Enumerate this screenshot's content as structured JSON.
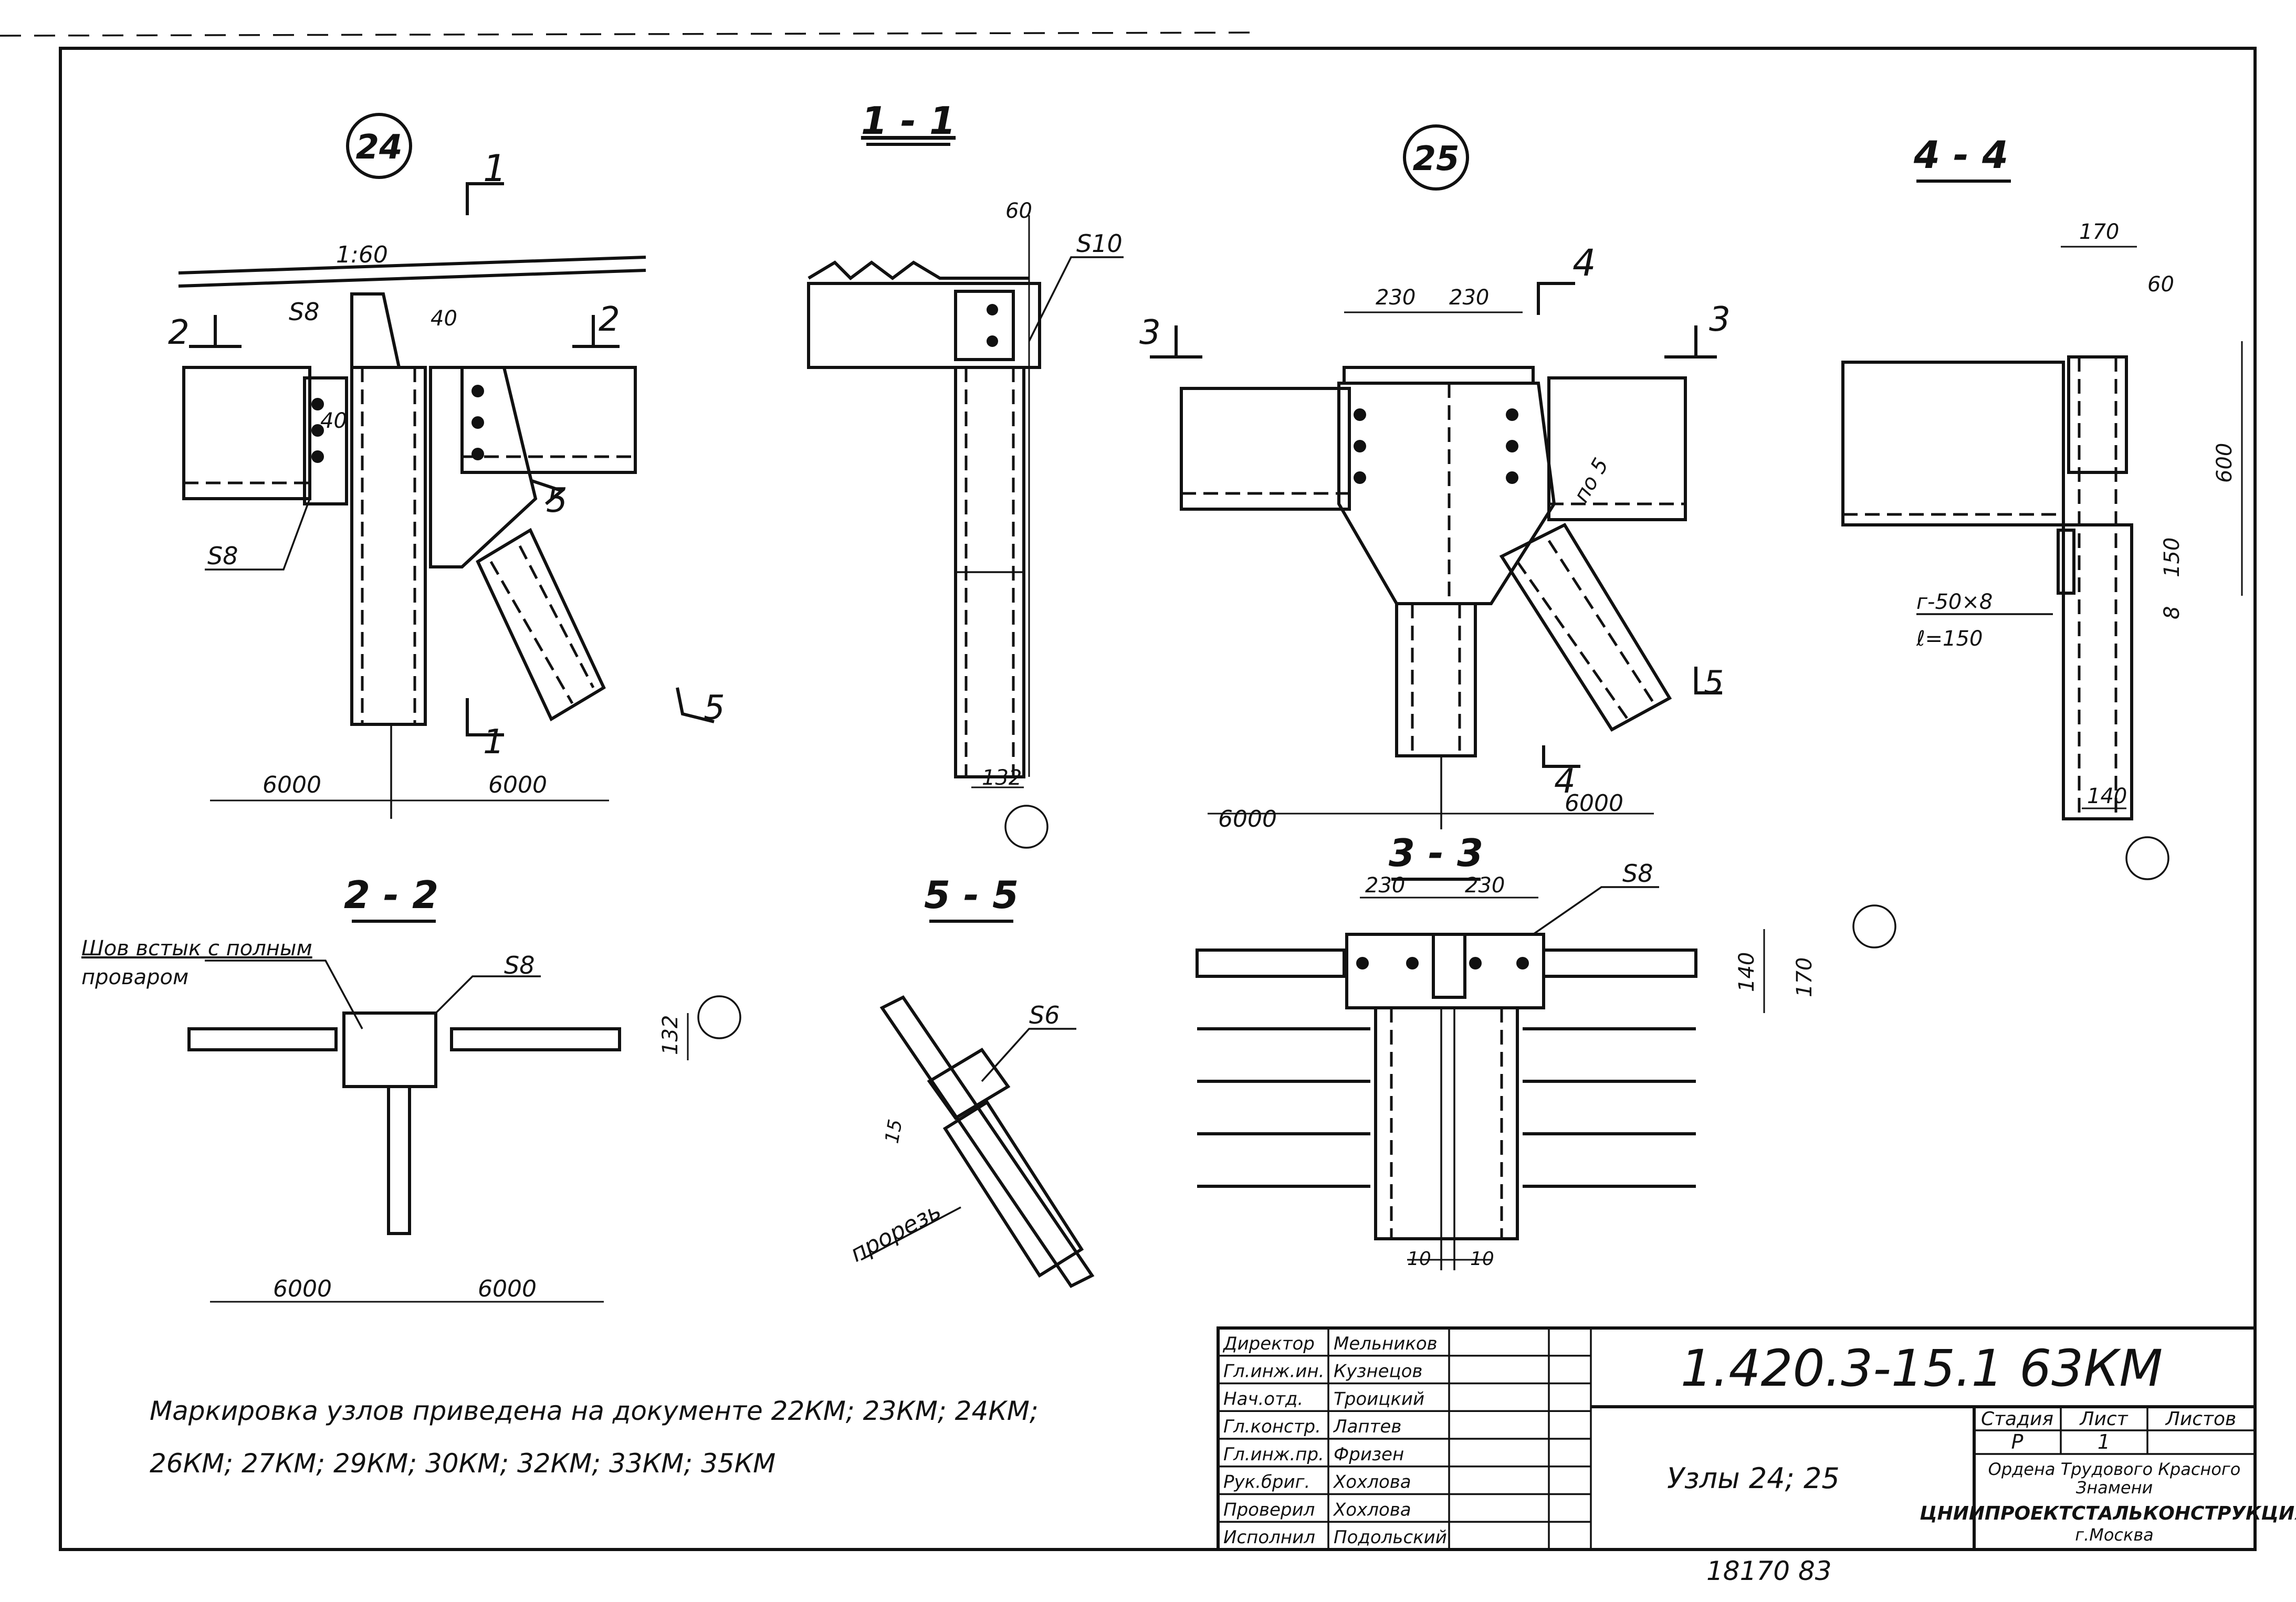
{
  "details": {
    "node24": {
      "number": "24",
      "dims": {
        "slope": "1:60",
        "weld_top": "S8",
        "d40a": "40",
        "d40b": "40",
        "weld_left": "S8",
        "span_left": "6000",
        "span_right": "6000"
      }
    },
    "node25": {
      "number": "25",
      "dims": {
        "w1": "230",
        "w2": "230",
        "tag_p05": "по 5",
        "span_left": "6000",
        "span_right": "6000"
      }
    },
    "section_1_1": {
      "title": "1 - 1",
      "dims": {
        "top": "60",
        "weld": "S10",
        "bottom": "132"
      }
    },
    "section_2_2": {
      "title": "2 - 2",
      "note_line1": "Шов встык с полным",
      "note_line2": "проваром",
      "weld": "S8",
      "height": "132",
      "span_left": "6000",
      "span_right": "6000"
    },
    "section_3_3": {
      "title": "3 - 3",
      "w1": "230",
      "w2": "230",
      "weld": "S8",
      "h1": "140",
      "h2": "170",
      "g1": "10",
      "g2": "10"
    },
    "section_4_4": {
      "title": "4 - 4",
      "top": "170",
      "top_small": "60",
      "height": "600",
      "plate": "150",
      "gap": "8",
      "bottom": "140",
      "plate_note1": "г-50×8",
      "plate_note2": "ℓ=150"
    },
    "section_5_5": {
      "title": "5 - 5",
      "weld": "S6",
      "gap": "15",
      "slot": "прорезь"
    }
  },
  "cut_marks": {
    "c1a": "1",
    "c1b": "1",
    "c2a": "2",
    "c2b": "2",
    "c5a": "5",
    "c5b": "5",
    "c3a": "3",
    "c3b": "3",
    "c4a": "4",
    "c4b": "4",
    "c5c": "5"
  },
  "note": {
    "line1": "Маркировка узлов приведена на документе 22КМ; 23КМ; 24КМ;",
    "line2": "26КМ; 27КМ; 29КМ; 30КМ; 32КМ; 33КМ; 35КМ"
  },
  "title_block": {
    "signatures": [
      {
        "role": "Директор",
        "name": "Мельников"
      },
      {
        "role": "Гл.инж.ин.",
        "name": "Кузнецов"
      },
      {
        "role": "Нач.отд.",
        "name": "Троицкий"
      },
      {
        "role": "Гл.констр.",
        "name": "Лаптев"
      },
      {
        "role": "Гл.инж.пр.",
        "name": "Фризен"
      },
      {
        "role": "Рук.бриг.",
        "name": "Хохлова"
      },
      {
        "role": "Проверил",
        "name": "Хохлова"
      },
      {
        "role": "Исполнил",
        "name": "Подольский"
      }
    ],
    "doc_code": "1.420.3-15.1 63КМ",
    "sheet_title": "Узлы 24; 25",
    "stage_label": "Стадия",
    "sheet_label": "Лист",
    "sheets_label": "Листов",
    "stage": "Р",
    "sheet": "1",
    "org_line1": "Ордена Трудового Красного",
    "org_line2": "Знамени",
    "org_name": "ЦНИИПРОЕКТСТАЛЬКОНСТРУКЦИЯ",
    "org_city": "г.Москва",
    "archive_no": "18170 83"
  }
}
